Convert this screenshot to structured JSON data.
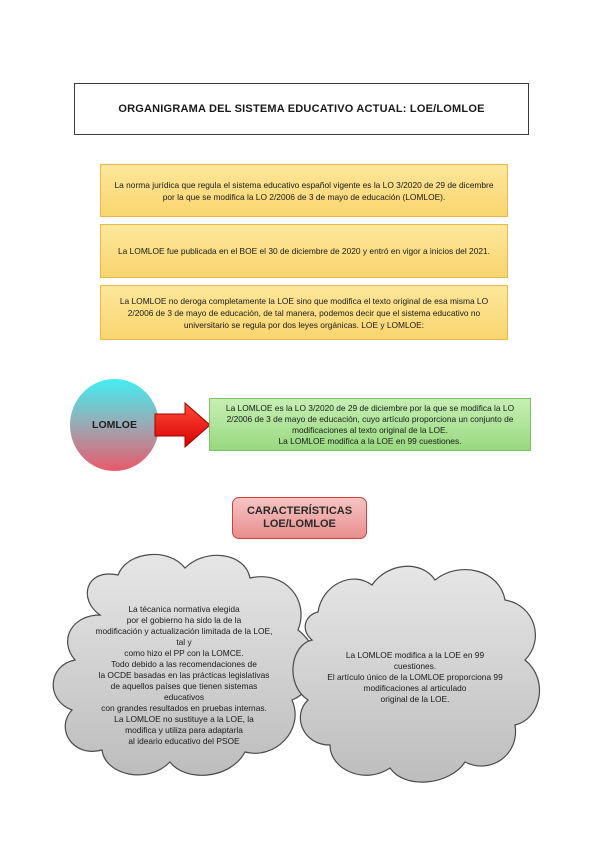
{
  "title": "ORGANIGRAMA DEL SISTEMA EDUCATIVO ACTUAL: LOE/LOMLOE",
  "notes": [
    "La norma jurídica que regula el sistema educativo español vigente es la LO 3/2020 de 29 de dicembre por la que se modifica la LO 2/2006 de 3 de mayo de educación (LOMLOE).",
    "La LOMLOE fue publicada en el BOE el 30 de diciembre de 2020 y entró en vigor a inicios del 2021.",
    "La LOMLOE no deroga completamente la LOE sino que modifica el texto original de esa misma LO 2/2006 de 3 de mayo de educación, de tal manera, podemos decir que el sistema educativo no universitario se regula por dos leyes orgánicas. LOE y LOMLOE:"
  ],
  "circle_label": "LOMLOE",
  "arrow_icon": "right-arrow-icon",
  "green_box": {
    "line1": "La LOMLOE es la LO 3/2020 de 29 de diciembre por la que se modifica la LO 2/2006 de 3 de mayo de educación, cuyo artículo proporciona un conjunto de modificaciones al texto original de la LOE.",
    "line2": "La LOMLOE modifica a la LOE en 99 cuestiones."
  },
  "features": {
    "line1": "CARACTERÍSTICAS",
    "line2": "LOE/LOMLOE"
  },
  "cloud_left": [
    "La técanica normativa elegida",
    "por el gobierno ha sido la de la",
    "modificación y actualización limitada de la LOE,",
    "tal y",
    "como hizo el PP con la LOMCE.",
    "Todo debido a las recomendaciones de",
    "la OCDE basadas en las prácticas legislativas",
    "de aquellos países que tienen sistemas",
    "educativos",
    "con grandes resultados en pruebas internas.",
    "La LOMLOE no sustituye a la LOE, la",
    "modifica y utiliza para adaptarla",
    "al ideario educativo del PSOE"
  ],
  "cloud_right": [
    "La LOMLOE modifica a la LOE en 99",
    "cuestiones.",
    "El artículo único de la LOMLOE proporciona 99",
    "modificaciones al articulado",
    "original de la LOE."
  ],
  "colors": {
    "note_fill": "#fbdc7f",
    "green_fill": "#b4e59e",
    "features_fill": "#f0a9a9",
    "cloud_fill": "#d4d4d4",
    "arrow_fill": "#ee1111"
  }
}
